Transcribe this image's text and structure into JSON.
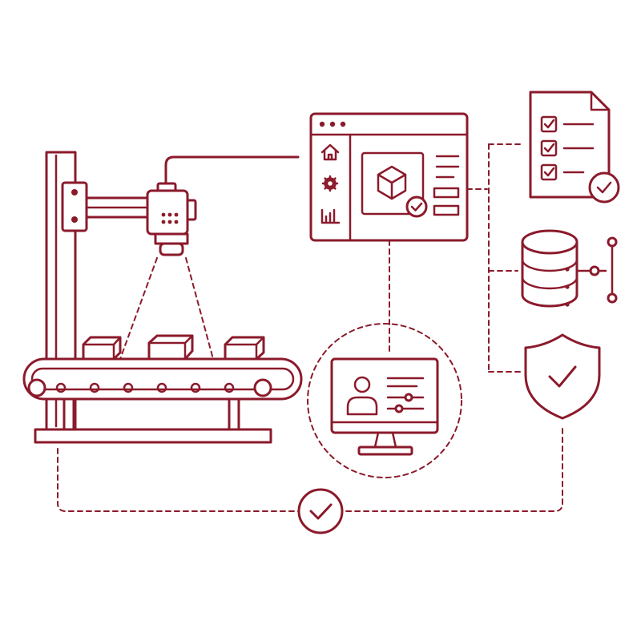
{
  "colors": {
    "line": "#8b1a2b",
    "background": "#ffffff"
  },
  "nodes": [
    {
      "id": "conveyor-station",
      "icon": "conveyor-with-inspection-camera"
    },
    {
      "id": "inspection-software-window",
      "icon": "app-window-with-box-check"
    },
    {
      "id": "operator-monitor",
      "icon": "monitor-with-user-profile"
    },
    {
      "id": "checklist-report",
      "icon": "checklist-document-check"
    },
    {
      "id": "database",
      "icon": "database-network"
    },
    {
      "id": "quality-shield",
      "icon": "shield-check"
    },
    {
      "id": "approval-check",
      "icon": "check-circle"
    }
  ],
  "connections": [
    {
      "from": "conveyor-station",
      "to": "inspection-software-window",
      "style": "solid"
    },
    {
      "from": "inspection-software-window",
      "to": "operator-monitor",
      "style": "dashed"
    },
    {
      "from": "inspection-software-window",
      "to": "checklist-report",
      "style": "dashed"
    },
    {
      "from": "inspection-software-window",
      "to": "database",
      "style": "dashed"
    },
    {
      "from": "inspection-software-window",
      "to": "quality-shield",
      "style": "dashed"
    },
    {
      "from": "conveyor-station",
      "to": "approval-check",
      "style": "dashed"
    },
    {
      "from": "quality-shield",
      "to": "approval-check",
      "style": "dashed"
    }
  ]
}
